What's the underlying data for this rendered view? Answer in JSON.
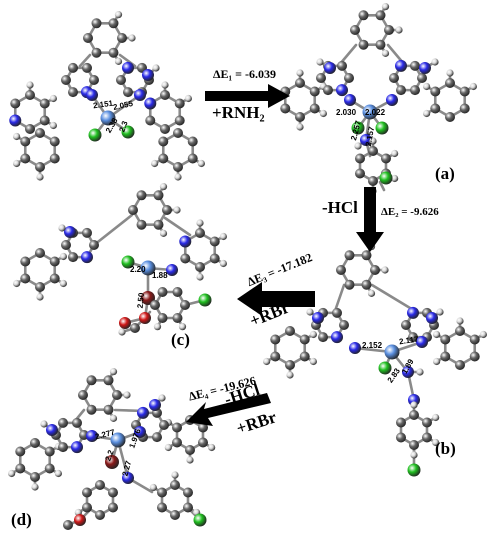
{
  "steps": [
    {
      "energy": "ΔE₁ = -6.039",
      "reagent": "+RNH₂"
    },
    {
      "energy": "ΔE₂ = -9.626",
      "reagent": "-HCl"
    },
    {
      "energy": "ΔE₃ = -17.182",
      "reagent": "+RBr"
    },
    {
      "energy": "ΔE₄ = -19.626",
      "reagent1": "-HCl",
      "reagent2": "+RBr"
    }
  ],
  "panels": {
    "a": "(a)",
    "b": "(b)",
    "c": "(c)",
    "d": "(d)"
  },
  "bond_lengths": {
    "start": [
      "2.151",
      "2.055",
      "2.38",
      "2.3"
    ],
    "a": [
      "2.030",
      "2.022",
      "2.257",
      "2.157"
    ],
    "b": [
      "2.152",
      "2.117",
      "2.83",
      "1.89"
    ],
    "c": [
      "2.20",
      "1.88",
      "2.50"
    ],
    "d": [
      "2.277",
      "1.976",
      "2.2",
      "2.27"
    ]
  },
  "colors": {
    "carbon": "#666666",
    "hydrogen": "#d8d8d8",
    "nitrogen": "#2a2ae8",
    "chlorine": "#20c020",
    "copper": "#5a8fe0",
    "oxygen": "#d01818",
    "bromine": "#8a1a1a"
  }
}
